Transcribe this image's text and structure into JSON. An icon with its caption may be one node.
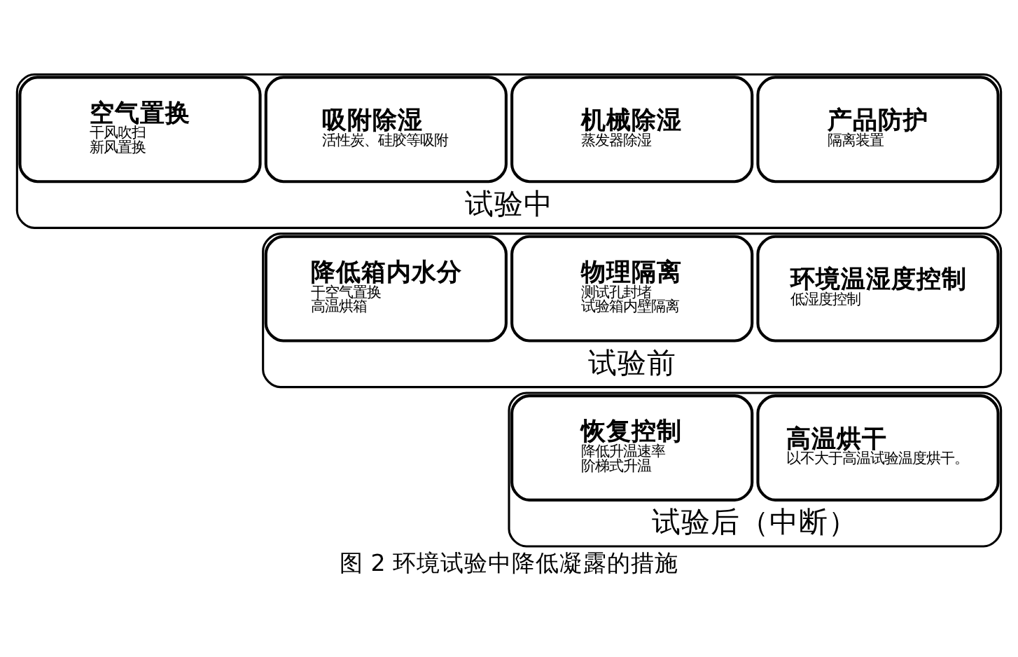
{
  "diagram": {
    "caption": "图 2 环境试验中降低凝露的措施",
    "nodes": [
      {
        "text": [
          "试验前"
        ]
      },
      {
        "text": [
          "降低箱内水分",
          "干空气置换",
          "高温烘箱"
        ],
        "in": 0
      },
      {
        "text": [
          "物理隔离",
          "测试孔封堵",
          "试验箱内壁隔离"
        ],
        "in": 0
      },
      {
        "text": [
          "环境温湿度控制",
          "低湿度控制"
        ],
        "in": 0
      },
      {
        "text": [
          "试验中"
        ]
      },
      {
        "text": [
          "空气置换",
          "干风吹扫",
          "新风置换"
        ],
        "in": 4
      },
      {
        "text": [
          "吸附除湿",
          "活性炭、硅胶等吸附"
        ],
        "in": 4
      },
      {
        "text": [
          "机械除湿",
          "蒸发器除湿"
        ],
        "in": 4
      },
      {
        "text": [
          "产品防护",
          "隔离装置"
        ],
        "in": 4
      },
      {
        "text": [
          "试验后（中断）"
        ]
      },
      {
        "text": [
          "恢复控制",
          "降低升温速率",
          "阶梯式升温"
        ],
        "in": 9
      },
      {
        "text": [
          "高温烘干",
          "以不大于高温试验温度烘干。"
        ],
        "in": 9
      }
    ]
  }
}
